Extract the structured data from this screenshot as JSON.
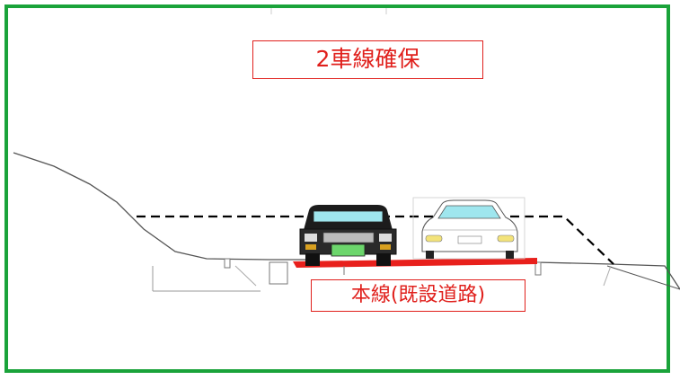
{
  "labels": {
    "top": "2車線確保",
    "bottom": "本線(既設道路)"
  },
  "colors": {
    "frame": "#1aa33a",
    "label": "#e0201c",
    "road_existing": "#e8201c",
    "planned_outline": "#000000",
    "terrain": "#555555",
    "car_dark_body": "#1c1c1c",
    "car_windshield": "#9fe6ee",
    "license_plate": "#6cd66c"
  },
  "vehicles": [
    {
      "name": "dark-sedan",
      "view": "front"
    },
    {
      "name": "white-sedan",
      "view": "front"
    }
  ]
}
